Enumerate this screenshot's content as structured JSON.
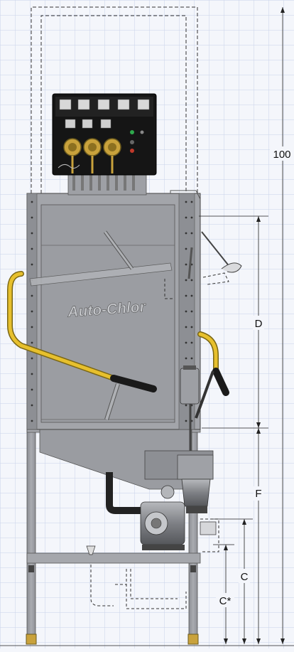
{
  "dimensions": {
    "overall_height": "100",
    "d": "D",
    "f": "F",
    "c": "C",
    "c_star": "C*"
  },
  "brand_script": "Auto-Chlor",
  "colors": {
    "grid": "#c9d3ea",
    "background": "#f4f6fb",
    "steel": "#9ea0a6",
    "steel_dark": "#6e7076",
    "yellow": "#e7c02d",
    "control_box": "#151515",
    "brass": "#c9a23c"
  }
}
